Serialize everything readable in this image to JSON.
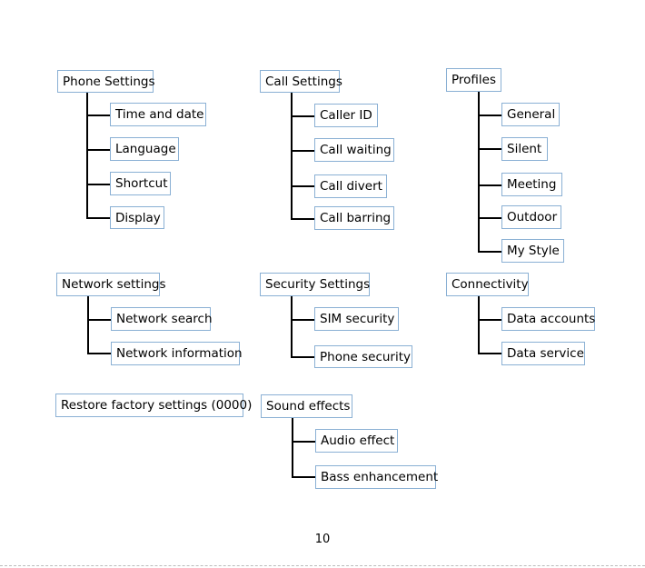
{
  "menu": {
    "phone_settings": {
      "title": "Phone Settings",
      "items": [
        "Time and date",
        "Language",
        "Shortcut",
        "Display"
      ]
    },
    "call_settings": {
      "title": "Call Settings",
      "items": [
        "Caller ID",
        "Call waiting",
        "Call divert",
        "Call barring"
      ]
    },
    "profiles": {
      "title": "Profiles",
      "items": [
        "General",
        "Silent",
        "Meeting",
        "Outdoor",
        "My Style"
      ]
    },
    "network_settings": {
      "title": "Network settings",
      "items": [
        "Network search",
        "Network information"
      ]
    },
    "security_settings": {
      "title": "Security Settings",
      "items": [
        "SIM security",
        "Phone security"
      ]
    },
    "connectivity": {
      "title": "Connectivity",
      "items": [
        "Data accounts",
        "Data service"
      ]
    },
    "restore": {
      "title": "Restore factory settings (0000)"
    },
    "sound_effects": {
      "title": "Sound effects",
      "items": [
        "Audio effect",
        "Bass enhancement"
      ]
    }
  },
  "page_number": "10"
}
